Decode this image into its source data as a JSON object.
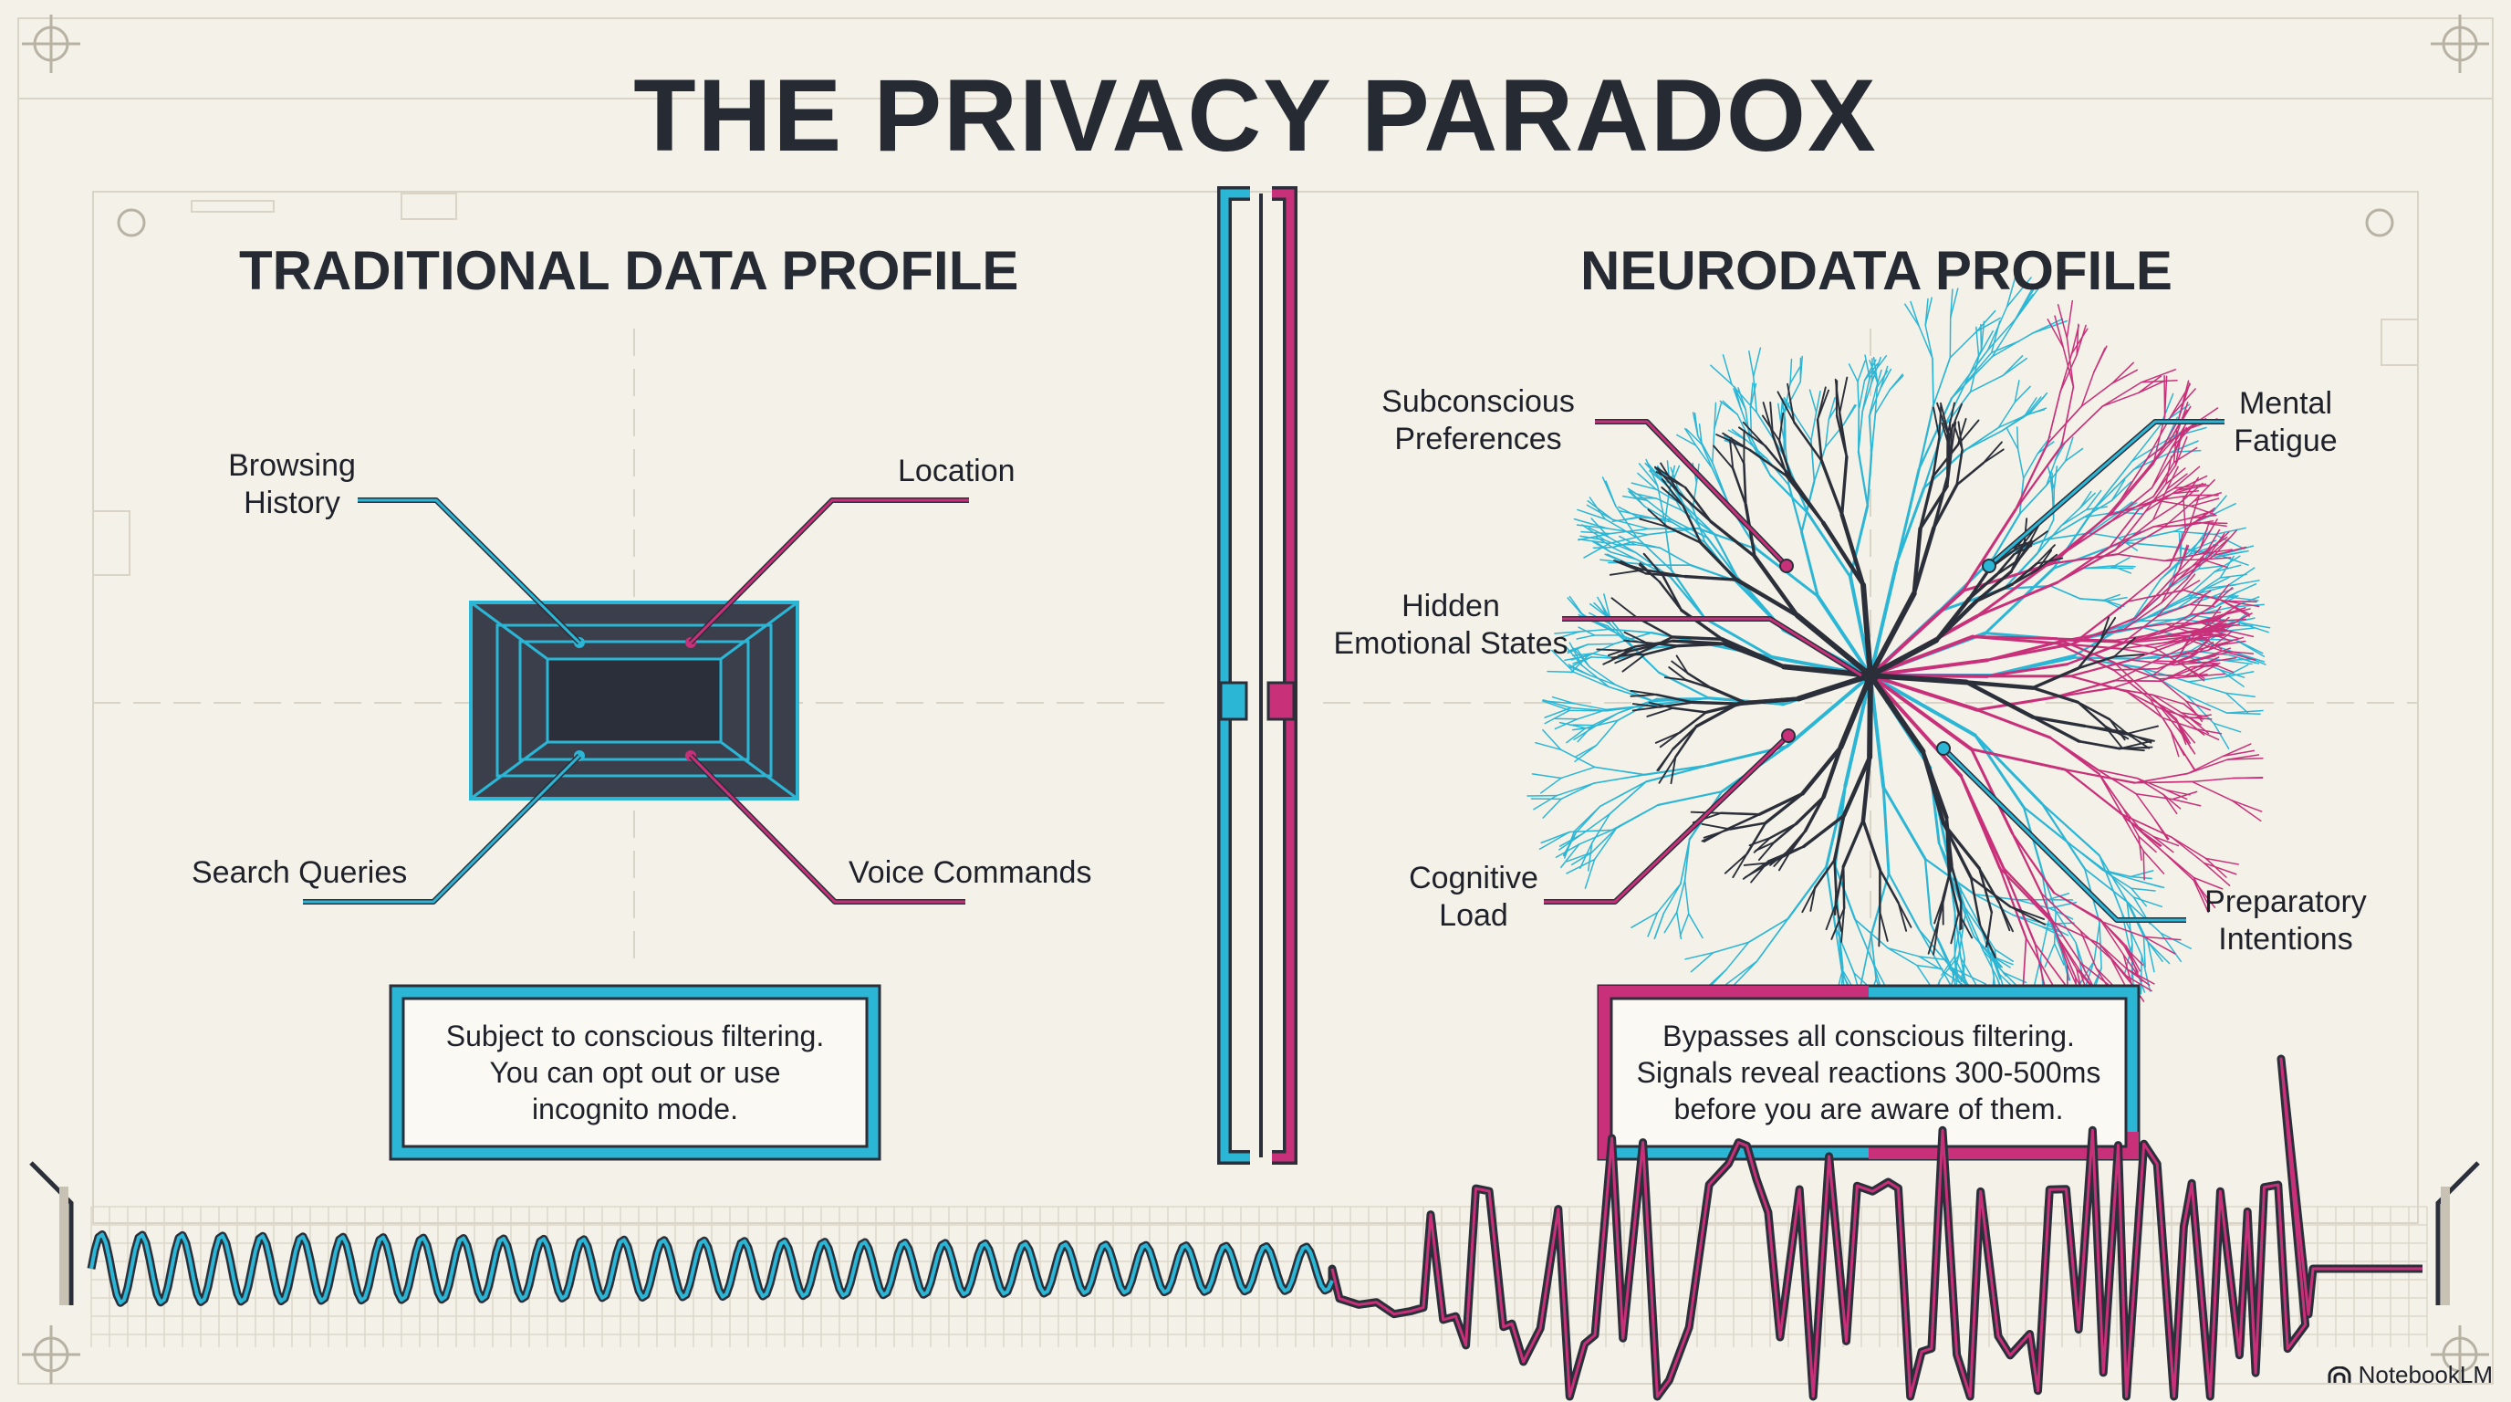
{
  "title": "THE PRIVACY PARADOX",
  "left": {
    "heading": "TRADITIONAL DATA PROFILE",
    "labels": {
      "browsing": [
        "Browsing",
        "History"
      ],
      "location": "Location",
      "search": "Search Queries",
      "voice": "Voice Commands"
    },
    "box_text": [
      "Subject to conscious filtering.",
      "You can opt out or use",
      "incognito mode."
    ]
  },
  "right": {
    "heading": "NEURODATA PROFILE",
    "labels": {
      "subconscious": [
        "Subconscious",
        "Preferences"
      ],
      "fatigue": [
        "Mental",
        "Fatigue"
      ],
      "emotional": [
        "Hidden",
        "Emotional States"
      ],
      "cognitive": [
        "Cognitive",
        "Load"
      ],
      "preparatory": [
        "Preparatory",
        "Intentions"
      ]
    },
    "box_text": [
      "Bypasses all conscious filtering.",
      "Signals reveal reactions 300-500ms",
      "before you are aware of them."
    ]
  },
  "brand": "NotebookLM",
  "colors": {
    "cyan": "#2bb6d6",
    "magenta": "#c8307a",
    "dark": "#2b2f3a",
    "background": "#f4f1e8"
  }
}
